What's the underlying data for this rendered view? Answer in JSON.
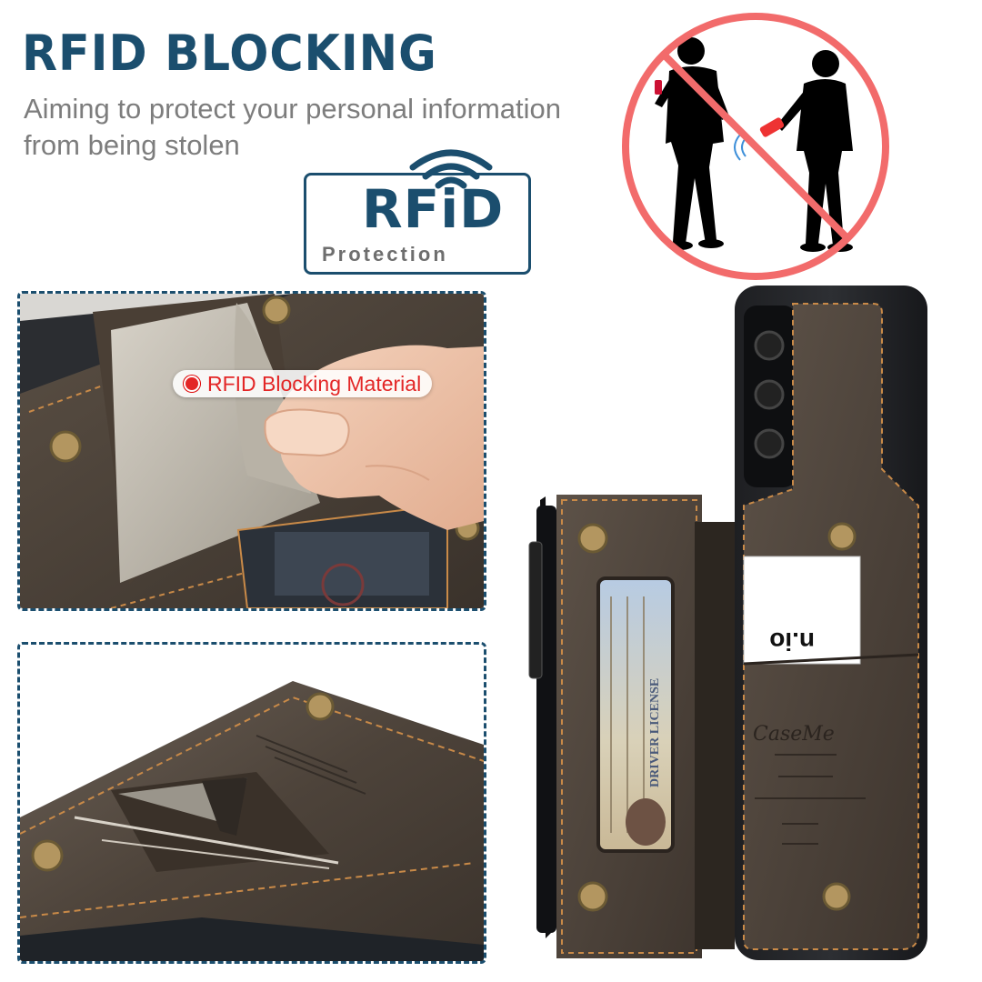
{
  "header": {
    "title": "RFID BLOCKING",
    "subtitle": "Aiming to protect your personal information from being stolen"
  },
  "badge": {
    "main_text": "RFiD",
    "sub_text": "Protection"
  },
  "callout": {
    "label": "RFID Blocking Material"
  },
  "product": {
    "brand_text": "CaseMe",
    "card_text": "n.io",
    "license_text": "DRIVER LICENSE"
  },
  "colors": {
    "navy": "#1b4e6e",
    "leather": "#4a3f35",
    "stitch": "#c98a48",
    "prohibit_red": "#f26b6b",
    "callout_red": "#e32626"
  },
  "icons": [
    "wifi-signal-icon",
    "prohibition-icon",
    "record-dot-icon"
  ]
}
